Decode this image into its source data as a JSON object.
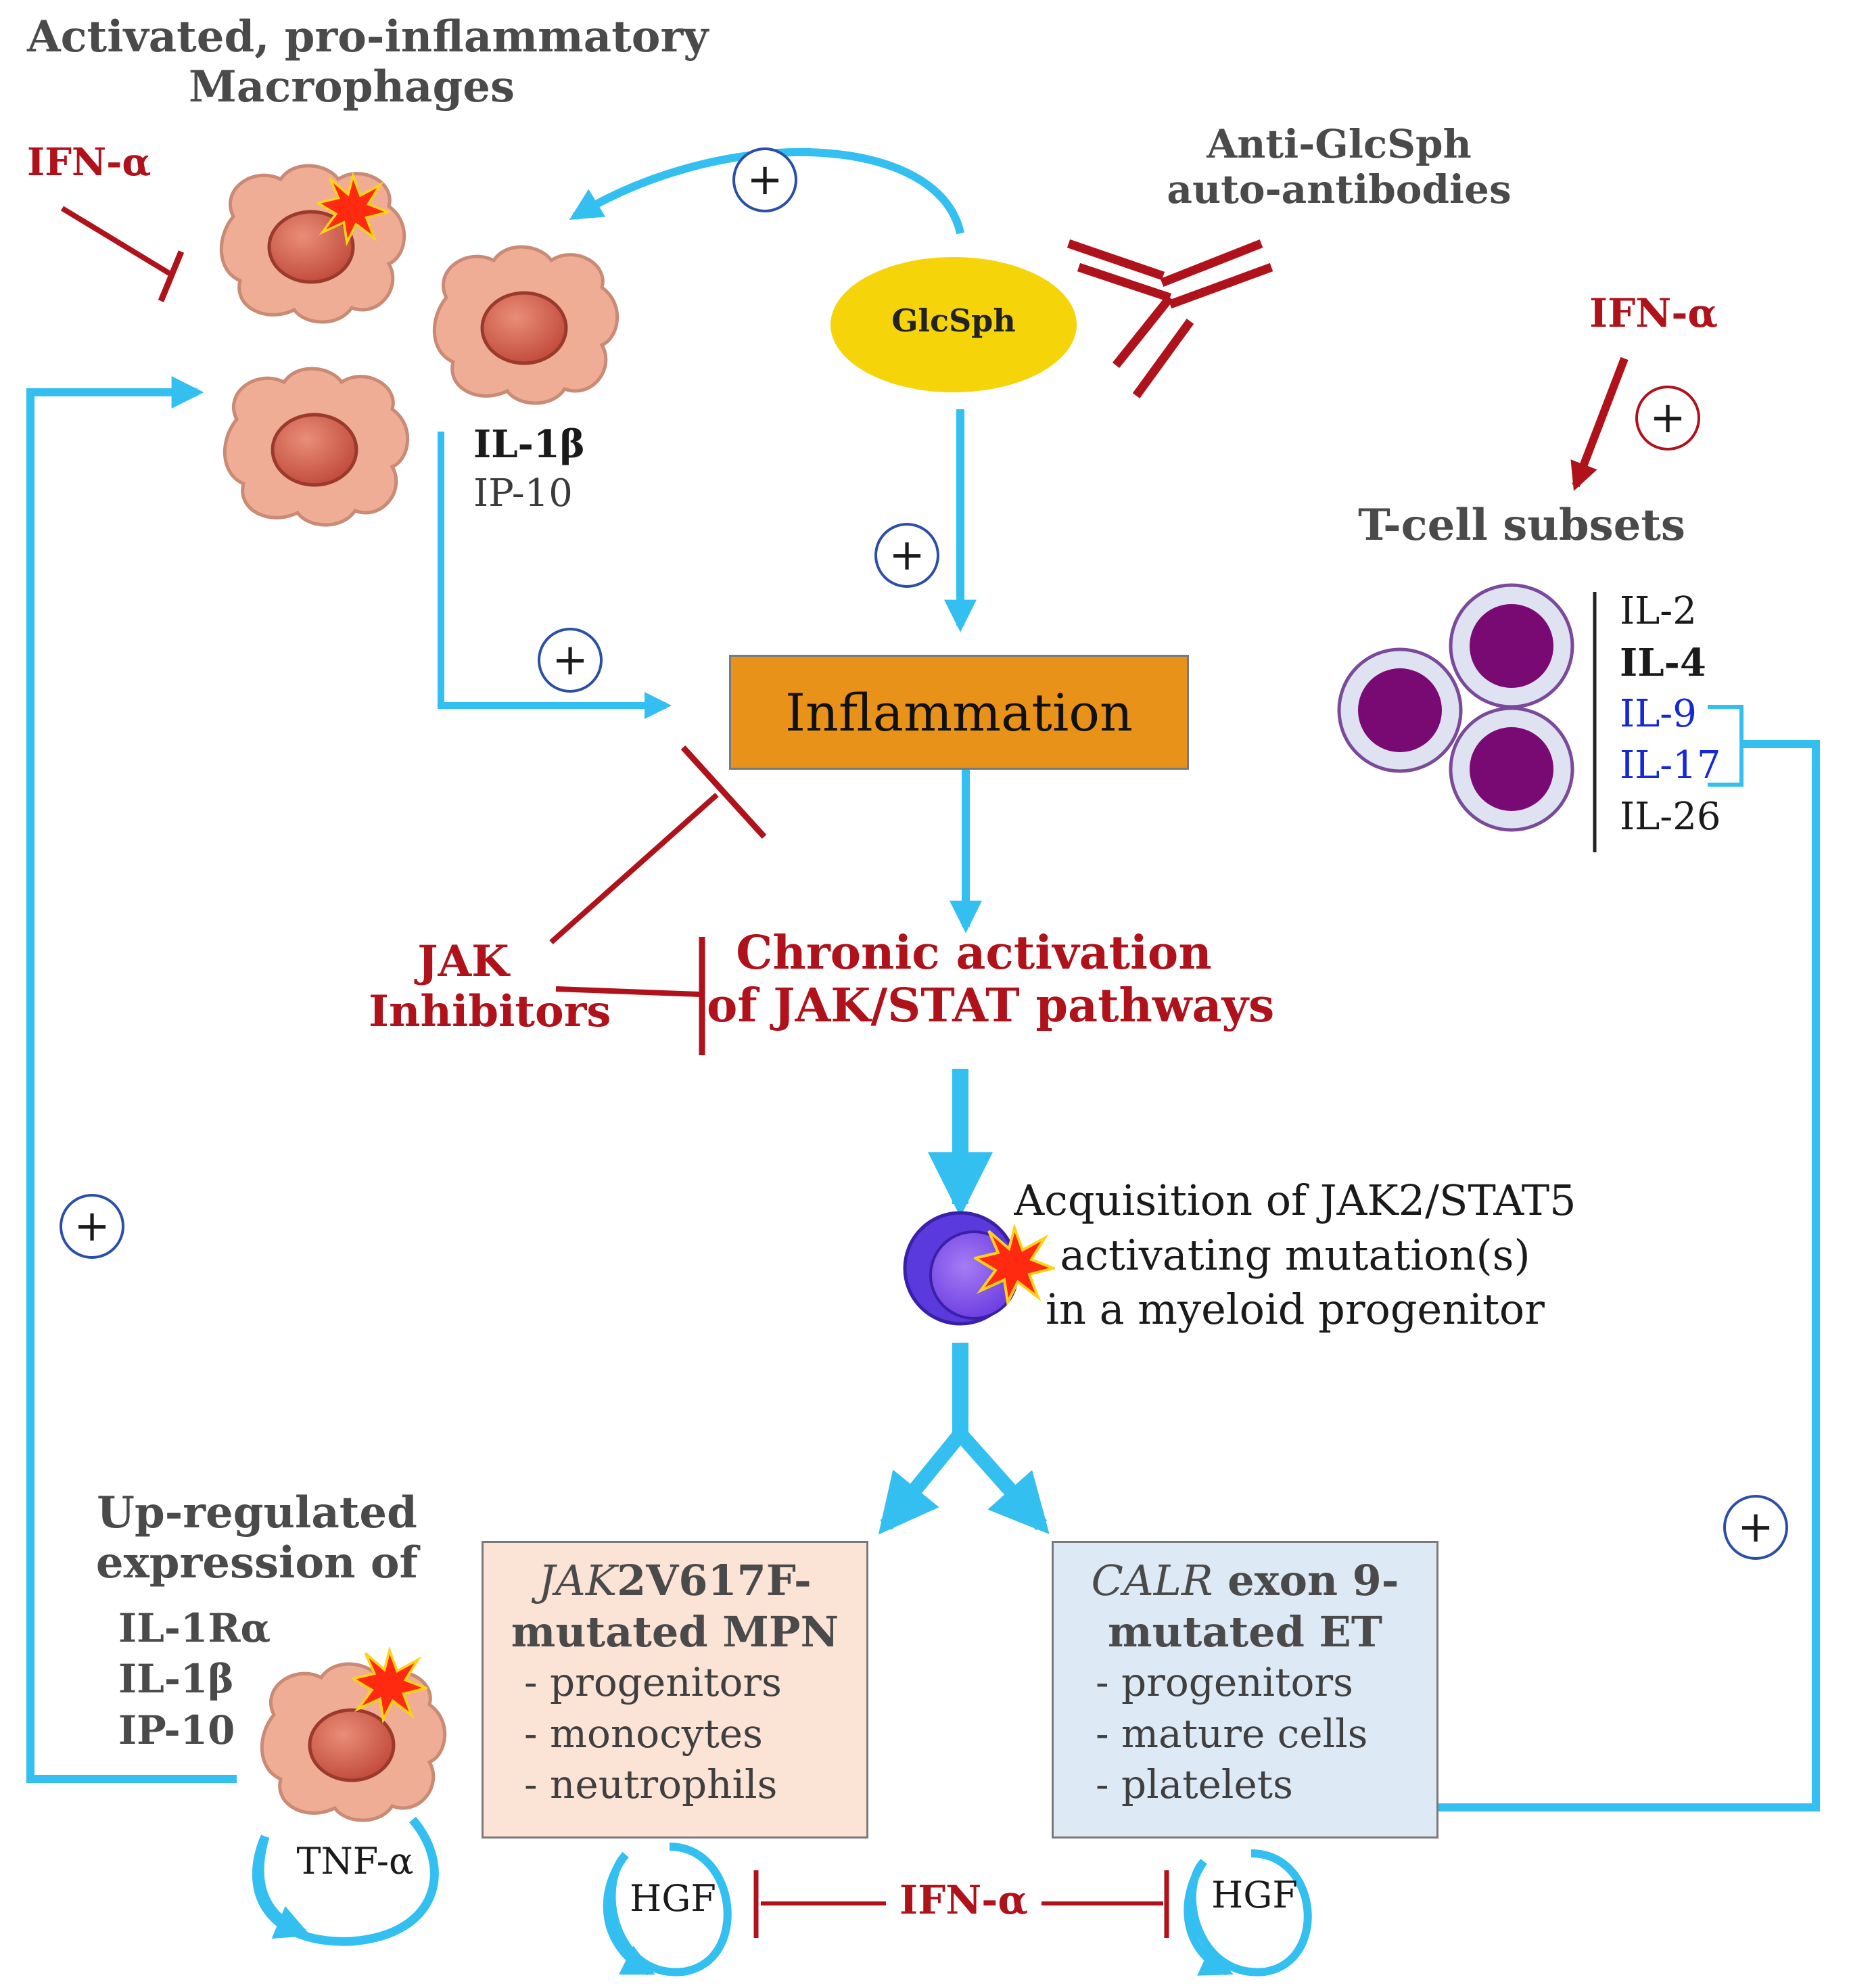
{
  "macrophages": {
    "title_line1": "Activated, pro-inflammatory",
    "title_line2": "Macrophages",
    "ifn_label": "IFN-α",
    "cytokine_1": "IL-1β",
    "cytokine_2": "IP-10"
  },
  "glcsph": {
    "label": "GlcSph",
    "antibody_line1": "Anti-GlcSph",
    "antibody_line2": "auto-antibodies"
  },
  "inflammation": {
    "label": "Inflammation"
  },
  "jak": {
    "inhibitors_line1": "JAK",
    "inhibitors_line2": "Inhibitors",
    "chronic_line1": "Chronic activation",
    "chronic_line2": "of JAK/STAT pathways"
  },
  "tcells": {
    "ifn_label": "IFN-α",
    "title": "T-cell subsets",
    "interleukins": [
      {
        "label": "IL-2"
      },
      {
        "label": "IL-4"
      },
      {
        "label": "IL-9"
      },
      {
        "label": "IL-17"
      },
      {
        "label": "IL-26"
      }
    ]
  },
  "mutation": {
    "line1": "Acquisition of JAK2/STAT5",
    "line2": "activating mutation(s)",
    "line3": "in a myeloid progenitor"
  },
  "upregulated": {
    "line1": "Up-regulated",
    "line2": "expression of",
    "items": [
      "IL-1Rα",
      "IL-1β",
      "IP-10"
    ],
    "tnf": "TNF-α"
  },
  "mpn_box": {
    "head_italic": "JAK",
    "head_rest": "2V617F-",
    "head_line2": "mutated MPN",
    "items": [
      "- progenitors",
      "- monocytes",
      "- neutrophils"
    ]
  },
  "et_box": {
    "head_italic": "CALR",
    "head_rest": " exon 9-",
    "head_line2": "mutated ET",
    "items": [
      "- progenitors",
      "- mature cells",
      "- platelets"
    ]
  },
  "bottom": {
    "hgf_left": "HGF",
    "hgf_right": "HGF",
    "ifn_label": "IFN-α"
  },
  "plus_sign": "+",
  "colors": {
    "arrow_blue": "#33bfef",
    "inhibit_red": "#b0121b",
    "inflammation_orange": "#e8921a",
    "glcsph_yellow": "#f5d40a",
    "tcell_purple": "#7a0a73",
    "macrophage_pink": "#efad96"
  }
}
